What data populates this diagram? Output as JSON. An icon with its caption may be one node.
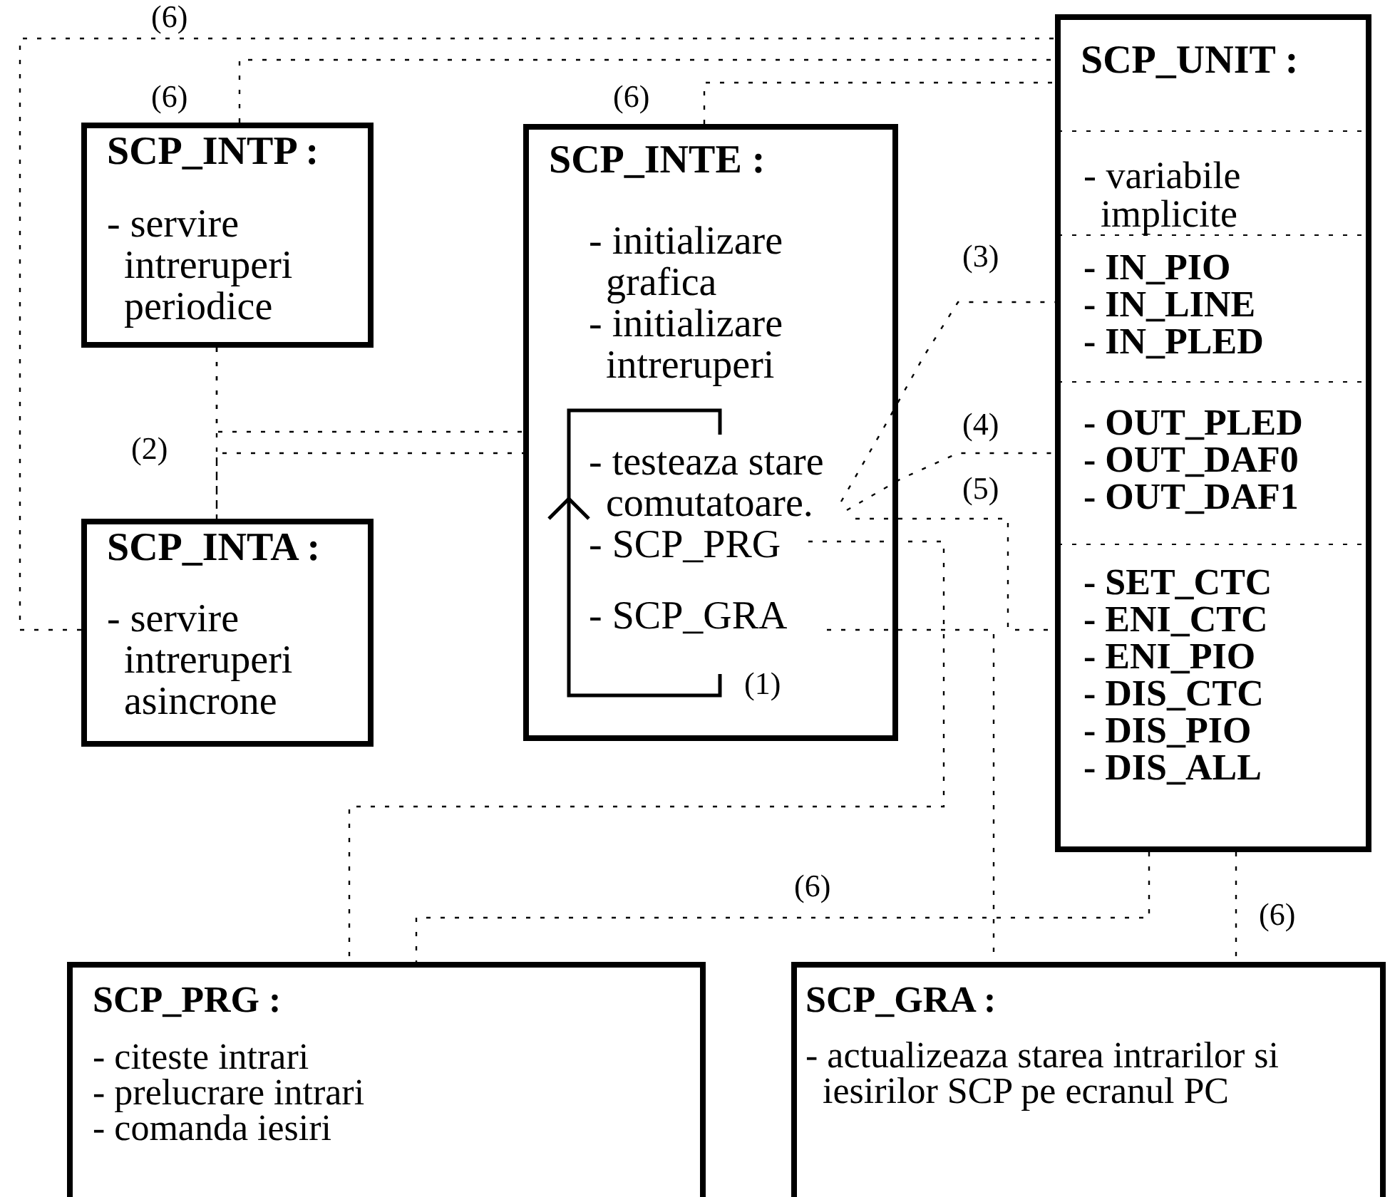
{
  "diagram": {
    "nodes": [
      {
        "text": [
          "SCP_INTP :",
          "- servire intreruperi periodice"
        ]
      },
      {
        "text": [
          "SCP_INTE :",
          "- initializare grafica",
          "- initializare intreruperi",
          "- testeaza stare comutatoare.",
          "- SCP_PRG",
          "- SCP_GRA"
        ]
      },
      {
        "text": [
          "SCP_INTA :",
          "- servire intreruperi asincrone"
        ]
      },
      {
        "text": [
          "SCP_UNIT :",
          "- variabile implicite",
          "- IN_PIO",
          "- IN_LINE",
          "- IN_PLED",
          "- OUT_PLED",
          "- OUT_DAF0",
          "- OUT_DAF1",
          "- SET_CTC",
          "- ENI_CTC",
          "- ENI_PIO",
          "- DIS_CTC",
          "- DIS_PIO",
          "- DIS_ALL"
        ]
      },
      {
        "text": [
          "SCP_PRG :",
          "- citeste  intrari",
          "- prelucrare  intrari",
          "- comanda iesiri"
        ]
      },
      {
        "text": [
          "SCP_GRA :",
          "- actualizeaza  starea intrarilor si iesirilor  SCP pe ecranul  PC"
        ]
      }
    ],
    "edges": [
      {
        "from": 2,
        "to": 3,
        "arrow": "none",
        "style": "dashed"
      },
      {
        "from": 0,
        "to": 3,
        "arrow": "none",
        "style": "dashed"
      },
      {
        "from": 1,
        "to": 3,
        "arrow": "none",
        "style": "dashed"
      },
      {
        "from": 0,
        "to": 2,
        "arrow": "none",
        "style": "dashed"
      },
      {
        "from": 0,
        "to": 1,
        "arrow": "none",
        "style": "dashed"
      },
      {
        "from": 2,
        "to": 1,
        "arrow": "none",
        "style": "dashed"
      },
      {
        "from": 1,
        "to": 3,
        "arrow": "none",
        "style": "dashed"
      },
      {
        "from": 1,
        "to": 3,
        "arrow": "none",
        "style": "dashed"
      },
      {
        "from": 1,
        "to": 3,
        "arrow": "none",
        "style": "dashed"
      },
      {
        "from": 1,
        "to": 4,
        "arrow": "none",
        "style": "dashed"
      },
      {
        "from": 1,
        "to": 5,
        "arrow": "none",
        "style": "dashed"
      },
      {
        "from": 3,
        "to": 4,
        "arrow": "none",
        "style": "dashed"
      },
      {
        "from": 3,
        "to": 5,
        "arrow": "none",
        "style": "dashed"
      }
    ],
    "labels": [
      "(6)",
      "(6)",
      "(6)",
      "(3)",
      "(2)",
      "(4)",
      "(5)",
      "(1)",
      "(6)",
      "(6)"
    ]
  }
}
